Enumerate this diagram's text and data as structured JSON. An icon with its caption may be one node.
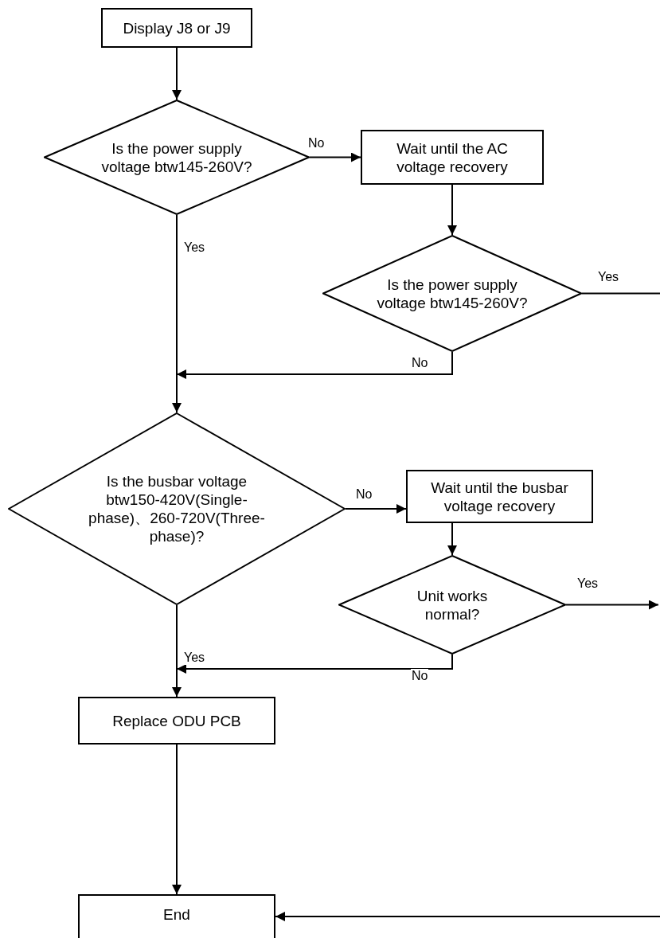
{
  "diagram": {
    "nodes": [
      {
        "text": [
          "Display J8 or J9"
        ]
      },
      {
        "text": [
          "Is the power supply voltage btw145-260V?"
        ]
      },
      {
        "text": [
          "Wait until the AC voltage recovery"
        ]
      },
      {
        "text": [
          "Is the power supply voltage btw145-260V?"
        ]
      },
      {
        "text": [
          "Is the busbar voltage btw150-420V(Single-phase)、260-720V(Three-phase)?"
        ]
      },
      {
        "text": [
          "Wait until the busbar voltage recovery"
        ]
      },
      {
        "text": [
          "Unit works normal?"
        ]
      },
      {
        "text": [
          "Replace ODU PCB"
        ]
      },
      {
        "text": [
          "End"
        ]
      }
    ],
    "edges": [
      {
        "from": 0,
        "to": 1,
        "arrow": "to"
      },
      {
        "from": 1,
        "to": 2,
        "arrow": "to",
        "label": "No"
      },
      {
        "from": 1,
        "to": 4,
        "arrow": "to",
        "label": "Yes"
      },
      {
        "from": 2,
        "to": 3,
        "arrow": "to"
      },
      {
        "from": 3,
        "to": null,
        "arrow": "none",
        "label": "Yes"
      },
      {
        "from": 3,
        "to": 4,
        "arrow": "to",
        "label": "No"
      },
      {
        "from": 4,
        "to": 5,
        "arrow": "to",
        "label": "No"
      },
      {
        "from": 5,
        "to": 6,
        "arrow": "to"
      },
      {
        "from": 6,
        "to": null,
        "arrow": "to",
        "label": "Yes"
      },
      {
        "from": 6,
        "to": 7,
        "arrow": "to",
        "label": "No"
      },
      {
        "from": 4,
        "to": 7,
        "arrow": "to",
        "label": "Yes"
      },
      {
        "from": 7,
        "to": 8,
        "arrow": "to"
      },
      {
        "from": null,
        "to": 8,
        "arrow": "to"
      }
    ]
  }
}
